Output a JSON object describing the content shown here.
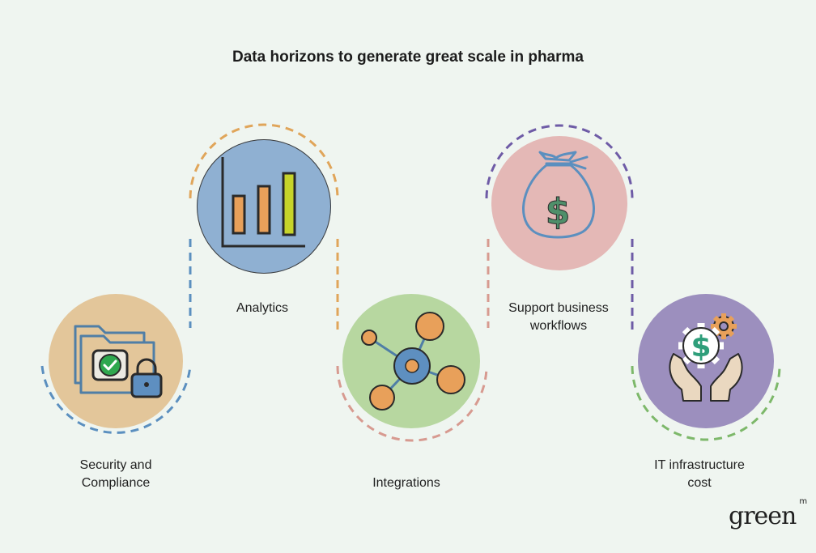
{
  "title": "Data horizons to generate great scale in pharma",
  "steps": [
    {
      "label_lines": [
        "Security and",
        "Compliance"
      ],
      "icon": "folder-lock-icon",
      "color": "#e3c69a",
      "ring_color": "#5b8fbf"
    },
    {
      "label_lines": [
        "Analytics"
      ],
      "icon": "bar-chart-icon",
      "color": "#8fb0d2",
      "ring_color": "#e0a55a"
    },
    {
      "label_lines": [
        "Integrations"
      ],
      "icon": "network-nodes-icon",
      "color": "#b7d7a0",
      "ring_color": "#d79a90"
    },
    {
      "label_lines": [
        "Support business",
        "workflows"
      ],
      "icon": "money-bag-icon",
      "color": "#e4b8b6",
      "ring_color": "#6e5ba6"
    },
    {
      "label_lines": [
        "IT infrastructure",
        "cost"
      ],
      "icon": "hands-gear-dollar-icon",
      "color": "#9c8fbe",
      "ring_color": "#7db86a"
    }
  ],
  "logo": {
    "text": "green",
    "mark": "m"
  }
}
